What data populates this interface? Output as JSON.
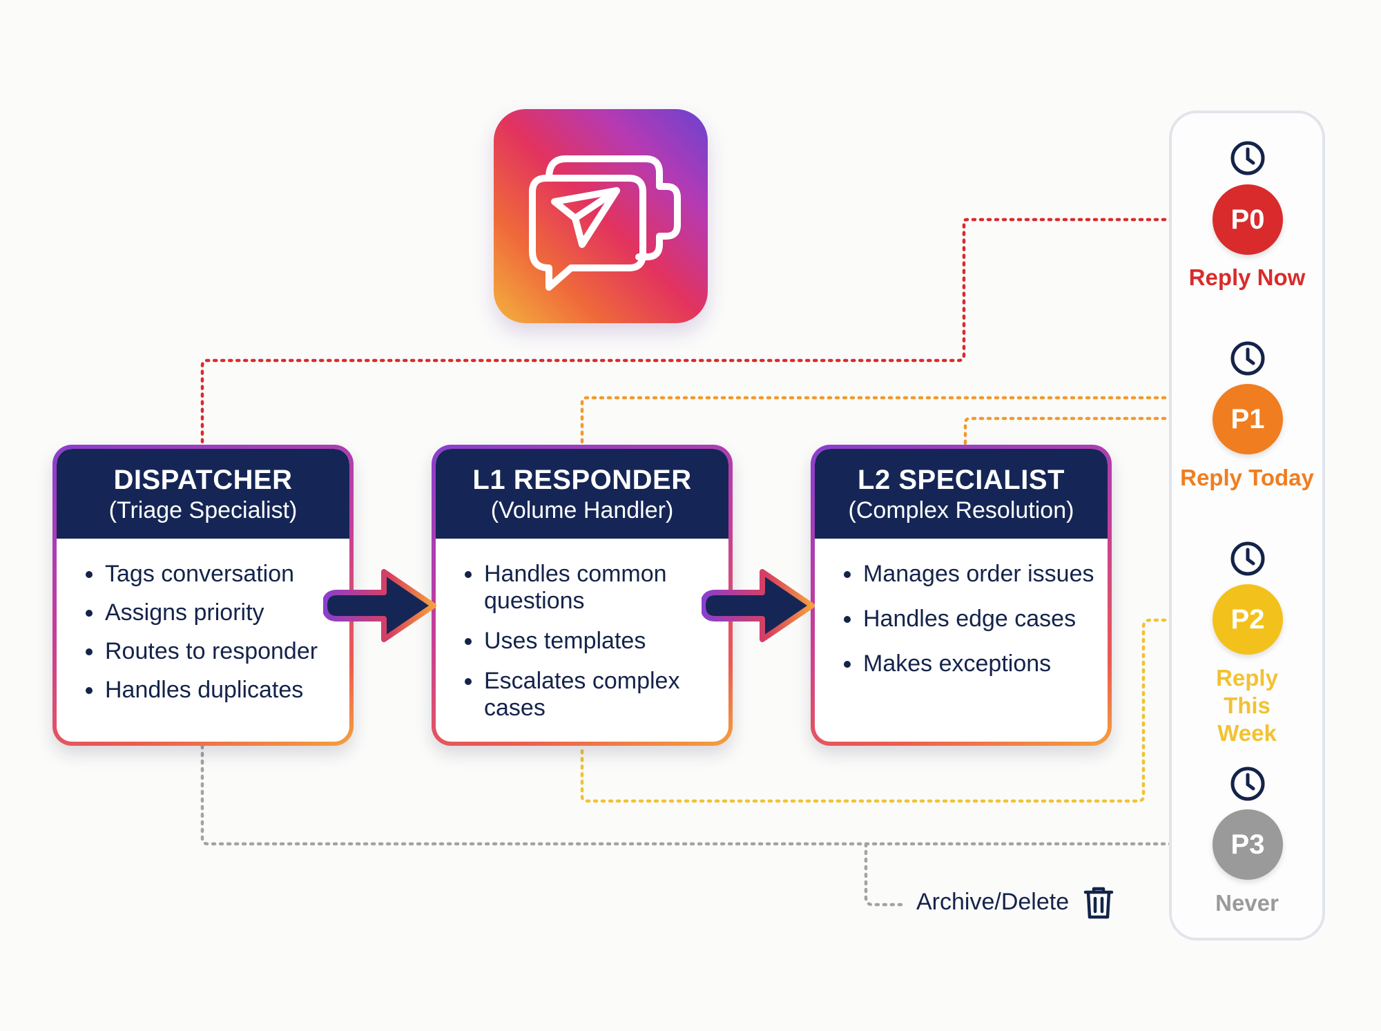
{
  "app_icon": {
    "name": "message-send-icon"
  },
  "roles": [
    {
      "title": "DISPATCHER",
      "subtitle": "(Triage Specialist)",
      "bullets": [
        "Tags conversation",
        "Assigns priority",
        "Routes to responder",
        "Handles duplicates"
      ]
    },
    {
      "title": "L1 RESPONDER",
      "subtitle": "(Volume Handler)",
      "bullets": [
        "Handles common questions",
        "Uses templates",
        "Escalates complex cases"
      ]
    },
    {
      "title": "L2 SPECIALIST",
      "subtitle": "(Complex Resolution)",
      "bullets": [
        "Manages order issues",
        "Handles edge cases",
        "Makes exceptions"
      ]
    }
  ],
  "priorities": [
    {
      "code": "P0",
      "label": "Reply Now",
      "color": "#d92b2b"
    },
    {
      "code": "P1",
      "label": "Reply Today",
      "color": "#f07d1f"
    },
    {
      "code": "P2",
      "label": "Reply This Week",
      "color": "#f3c11b"
    },
    {
      "code": "P3",
      "label": "Never",
      "color": "#9a9a9a"
    }
  ],
  "archive": {
    "label": "Archive/Delete"
  },
  "colors": {
    "card_header": "#152656",
    "text": "#14234a",
    "line_p0": "#d92b2b",
    "line_p1": "#f09a2c",
    "line_p2": "#f1c232",
    "line_p3": "#9a9a9a"
  }
}
